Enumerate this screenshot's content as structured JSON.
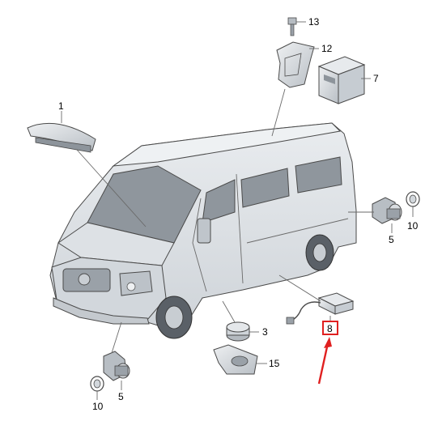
{
  "diagram": {
    "callouts": {
      "c1": "1",
      "c3": "3",
      "c5a": "5",
      "c5b": "5",
      "c7": "7",
      "c8": "8",
      "c10a": "10",
      "c10b": "10",
      "c12": "12",
      "c13": "13",
      "c15": "15"
    },
    "colors": {
      "part_fill": "#d8dde2",
      "part_dark": "#8d949b",
      "highlight_box": "#e02020",
      "arrow": "#e02020",
      "leader_line": "#6a6a6a"
    },
    "icons": {
      "vehicle": "van-icon",
      "arrow": "pointer-arrow-icon"
    }
  }
}
